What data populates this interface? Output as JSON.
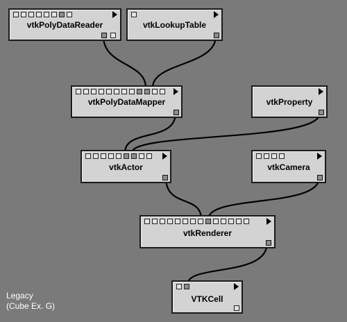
{
  "modules": {
    "reader": {
      "name": "vtkPolyDataReader"
    },
    "lut": {
      "name": "vtkLookupTable"
    },
    "mapper": {
      "name": "vtkPolyDataMapper"
    },
    "property": {
      "name": "vtkProperty"
    },
    "actor": {
      "name": "vtkActor"
    },
    "camera": {
      "name": "vtkCamera"
    },
    "renderer": {
      "name": "vtkRenderer"
    },
    "cell": {
      "name": "VTKCell"
    }
  },
  "legend": {
    "line1": "Legacy",
    "line2": "(Cube Ex. G)"
  },
  "colors": {
    "background": "#7a7a7a",
    "module_fill": "#d3d3d3",
    "wire": "#000000",
    "legend_text": "#ffffff"
  }
}
